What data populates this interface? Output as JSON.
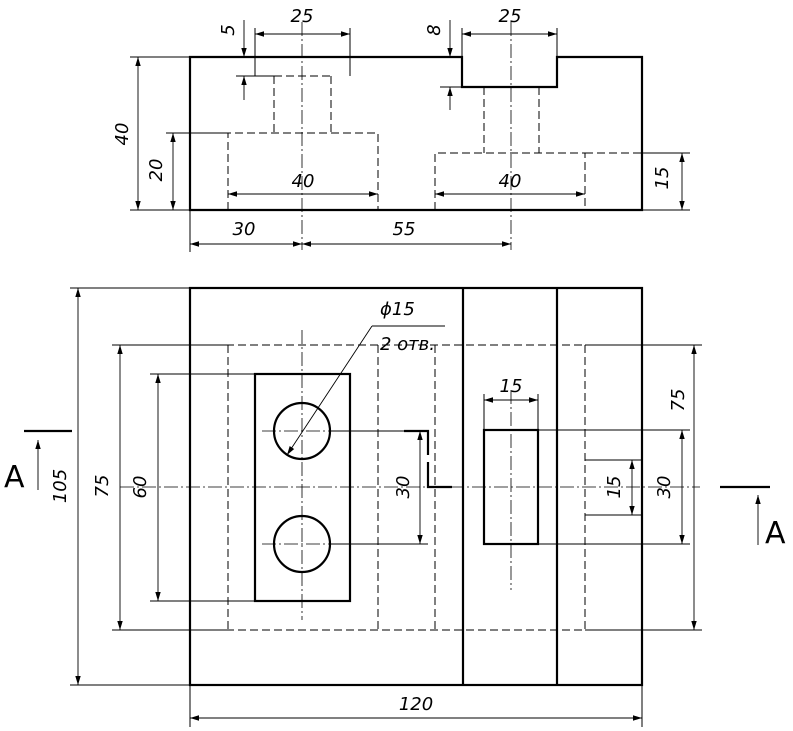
{
  "top_view": {
    "dims": {
      "h40": "40",
      "h20": "20",
      "h15": "15",
      "w40_left": "40",
      "w40_right": "40",
      "w30": "30",
      "w55": "55",
      "w25_left": "25",
      "w25_right": "25",
      "d5": "5",
      "d8": "8"
    }
  },
  "front_view": {
    "dims": {
      "overall_height": "105",
      "height75_left": "75",
      "height60": "60",
      "spacing30_left": "30",
      "spacing30_right": "30",
      "height75_right": "75",
      "width15_slot": "15",
      "height15_right": "15",
      "overall_width": "120",
      "hole_diameter": "ϕ15",
      "hole_count": "2 отв."
    }
  },
  "section": {
    "left_label": "A",
    "right_label": "A"
  }
}
